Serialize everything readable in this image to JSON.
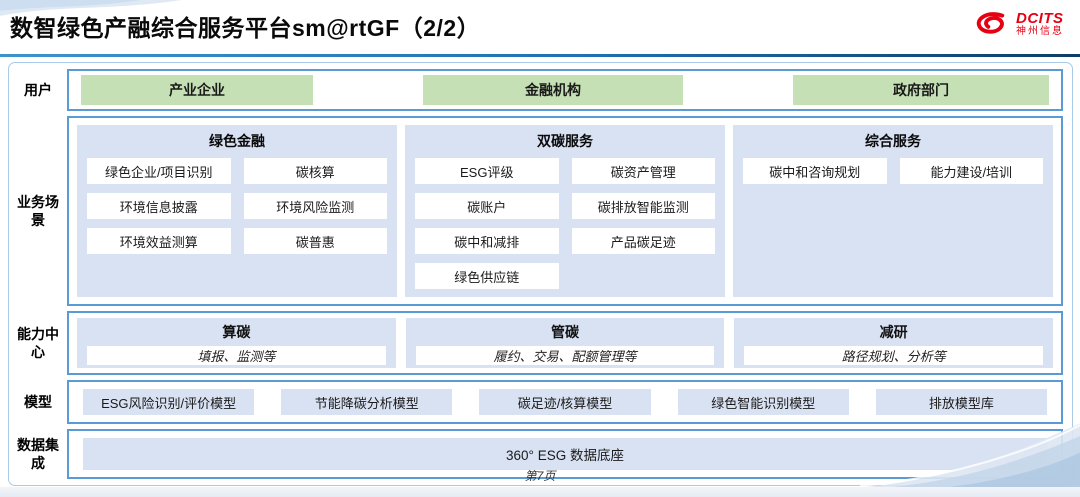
{
  "header": {
    "title": "数智绿色产融综合服务平台sm@rtGF（2/2）",
    "logo": {
      "brand": "DCITS",
      "company": "神州信息"
    }
  },
  "rows": [
    {
      "label": "用户",
      "items": [
        "产业企业",
        "金融机构",
        "政府部门"
      ]
    },
    {
      "label": "业务场景",
      "panels": [
        {
          "title": "绿色金融",
          "items": [
            "绿色企业/项目识别",
            "碳核算",
            "环境信息披露",
            "环境风险监测",
            "环境效益测算",
            "碳普惠"
          ]
        },
        {
          "title": "双碳服务",
          "items": [
            "ESG评级",
            "碳资产管理",
            "碳账户",
            "碳排放智能监测",
            "碳中和减排",
            "产品碳足迹",
            "绿色供应链"
          ]
        },
        {
          "title": "综合服务",
          "items": [
            "碳中和咨询规划",
            "能力建设/培训"
          ]
        }
      ]
    },
    {
      "label": "能力中心",
      "panels": [
        {
          "title": "算碳",
          "desc": "填报、监测等"
        },
        {
          "title": "管碳",
          "desc": "履约、交易、配额管理等"
        },
        {
          "title": "减研",
          "desc": "路径规划、分析等"
        }
      ]
    },
    {
      "label": "模型",
      "items": [
        "ESG风险识别/评价模型",
        "节能降碳分析模型",
        "碳足迹/核算模型",
        "绿色智能识别模型",
        "排放模型库"
      ]
    },
    {
      "label": "数据集成",
      "items": [
        "360° ESG 数据底座"
      ]
    }
  ],
  "footer": {
    "page": "第7页"
  },
  "colors": {
    "accent_blue": "#5B9BD5",
    "panel_blue": "#D9E2F3",
    "user_green": "#C5E0B4",
    "brand_red": "#E60012",
    "rule_blue": "#1F6FB2"
  }
}
